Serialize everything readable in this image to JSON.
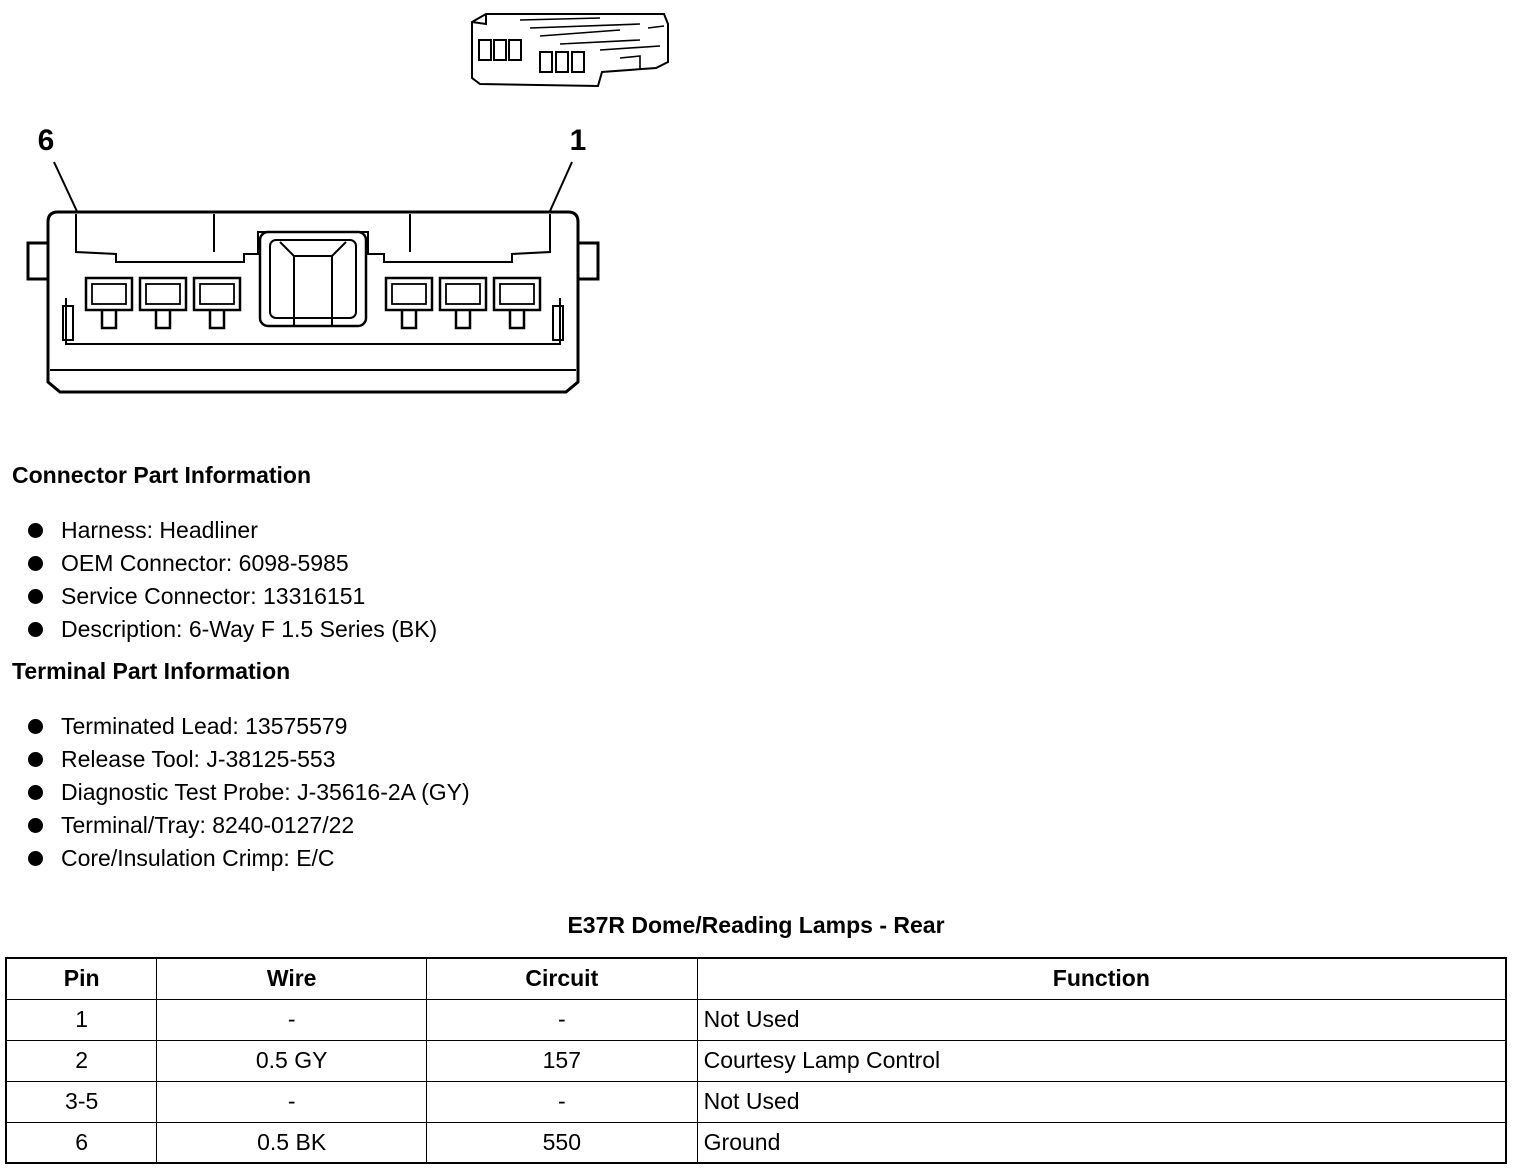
{
  "diagram": {
    "pin_labels": {
      "left": "6",
      "right": "1"
    }
  },
  "connector_info": {
    "title": "Connector Part Information",
    "items": [
      "Harness: Headliner",
      "OEM Connector: 6098-5985",
      "Service Connector: 13316151",
      "Description: 6-Way F 1.5 Series (BK)"
    ]
  },
  "terminal_info": {
    "title": "Terminal Part Information",
    "items": [
      "Terminated Lead: 13575579",
      "Release Tool: J-38125-553",
      "Diagnostic Test Probe: J-35616-2A (GY)",
      "Terminal/Tray: 8240-0127/22",
      "Core/Insulation Crimp: E/C"
    ]
  },
  "pin_table": {
    "title": "E37R Dome/Reading Lamps - Rear",
    "headers": [
      "Pin",
      "Wire",
      "Circuit",
      "Function"
    ],
    "rows": [
      [
        "1",
        "-",
        "-",
        "Not Used"
      ],
      [
        "2",
        "0.5 GY",
        "157",
        "Courtesy Lamp Control"
      ],
      [
        "3-5",
        "-",
        "-",
        "Not Used"
      ],
      [
        "6",
        "0.5 BK",
        "550",
        "Ground"
      ]
    ]
  }
}
